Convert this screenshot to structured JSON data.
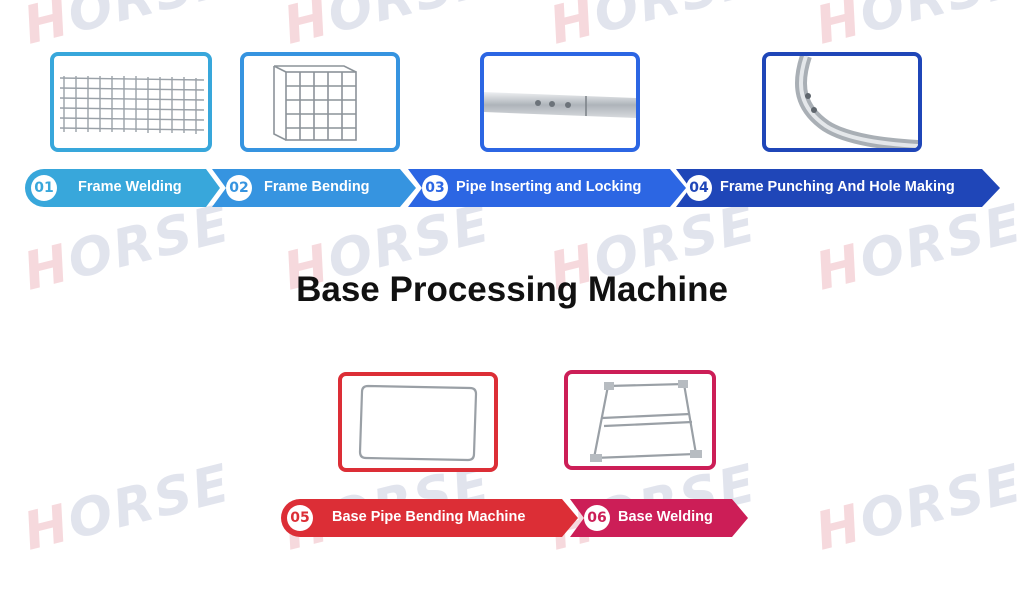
{
  "watermark": {
    "text_h": "H",
    "text_rest": "ORSE"
  },
  "title": "Base Processing Machine",
  "steps": [
    {
      "number": "01",
      "label": "Frame Welding",
      "color": "#38a7db"
    },
    {
      "number": "02",
      "label": "Frame Bending",
      "color": "#3694e0"
    },
    {
      "number": "03",
      "label": "Pipe Inserting and Locking",
      "color": "#2c66e3"
    },
    {
      "number": "04",
      "label": "Frame Punching And Hole Making",
      "color": "#1f46b8"
    },
    {
      "number": "05",
      "label": "Base Pipe  Bending Machine",
      "color": "#dc2e36"
    },
    {
      "number": "06",
      "label": "Base Welding",
      "color": "#cc1e57"
    }
  ]
}
